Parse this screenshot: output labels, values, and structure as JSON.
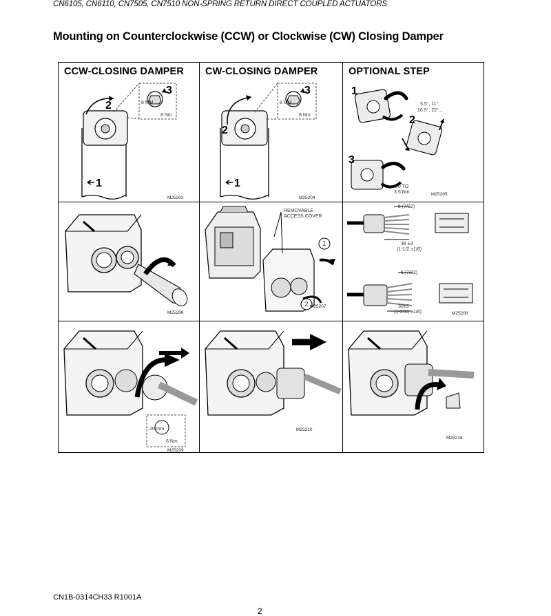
{
  "header": {
    "running_title": "CN6105, CN6110, CN7505, CN7510 NON-SPRING RETURN DIRECT COUPLED ACTUATORS"
  },
  "section": {
    "title": "Mounting on Counterclockwise (CCW) or Clockwise (CW) Closing Damper"
  },
  "columns": [
    "CCW-CLOSING DAMPER",
    "CW-CLOSING DAMPER",
    "OPTIONAL STEP"
  ],
  "figures": [
    {
      "id": "M25203",
      "labels": {
        "step1": "1",
        "step2": "2",
        "step3": "3",
        "size": "8 MM",
        "torque": "8 Nm"
      }
    },
    {
      "id": "M25204",
      "labels": {
        "step1": "1",
        "step2": "2",
        "step3": "3",
        "size": "8 MM",
        "torque": "8 Nm"
      }
    },
    {
      "id": "M25205",
      "labels": {
        "step1": "1",
        "step2": "2",
        "step3": "3",
        "angles_line1": "5.5°, 11°,",
        "angles_line2": "16.5°, 22°...",
        "torque_line1": "3.0 TO",
        "torque_line2": "3.5 Nm"
      }
    },
    {
      "id": "M25206"
    },
    {
      "id": "M25207",
      "labels": {
        "cover_line1": "REMOVABLE",
        "cover_line2": "ACCESS COVER",
        "step1": "1",
        "step2": "2"
      }
    },
    {
      "id": "M25208",
      "labels": {
        "strip_a": "5 (7/32)",
        "length_a1": "38 ±3",
        "length_a2": "(1-1/2 ±1/8)",
        "strip_b": "5 (7/32)",
        "length_b1": "30±3",
        "length_b2": "(1-3/16 ±1/8)"
      }
    },
    {
      "id": "M25209",
      "labels": {
        "size": "20 mm",
        "torque": "6 Nm"
      }
    },
    {
      "id": "M25210"
    },
    {
      "id": "M25218"
    }
  ],
  "footer": {
    "doc_id": "CN1B-0314CH33 R1001A",
    "page": "2"
  }
}
